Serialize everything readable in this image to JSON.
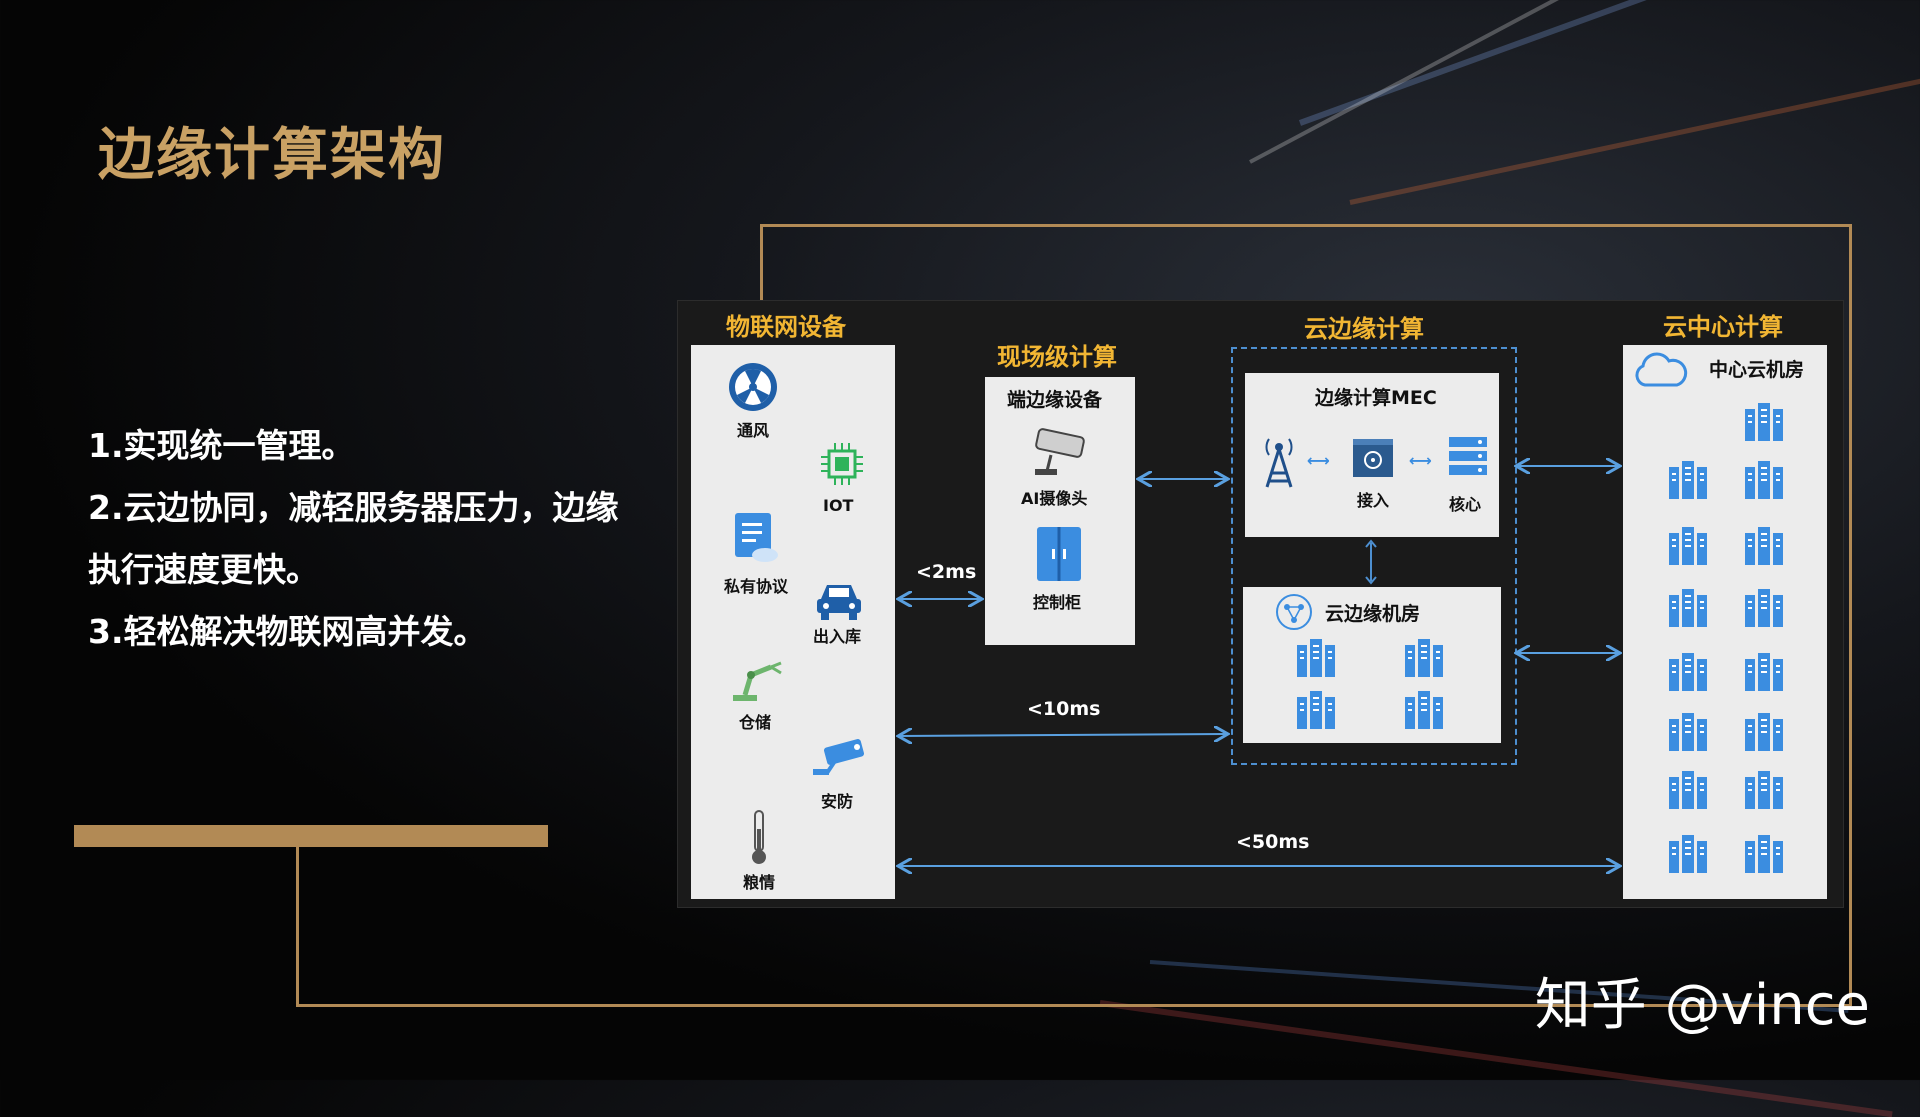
{
  "title": "边缘计算架构",
  "points": [
    "1.实现统一管理。",
    "2.云边协同，减轻服务器压力，边缘",
    "执行速度更快。",
    "3.轻松解决物联网高并发。"
  ],
  "columns": {
    "iot": "物联网设备",
    "field": "现场级计算",
    "cloud_edge": "云边缘计算",
    "cloud_center": "云中心计算"
  },
  "iot_devices": {
    "ventilation": "通风",
    "iot": "IOT",
    "private_protocol": "私有协议",
    "garage": "出入库",
    "storage": "仓储",
    "security": "安防",
    "grain": "粮情"
  },
  "field": {
    "box_title": "端边缘设备",
    "camera": "AI摄像头",
    "cabinet": "控制柜"
  },
  "mec": {
    "box_title": "边缘计算MEC",
    "access": "接入",
    "core": "核心"
  },
  "edge_room": {
    "box_title": "云边缘机房"
  },
  "center": {
    "box_title": "中心云机房"
  },
  "latency": {
    "l2": "<2ms",
    "l10": "<10ms",
    "l50": "<50ms"
  },
  "watermark": "知乎 @vince",
  "colors": {
    "accent": "#c9a164",
    "header": "#f2b633",
    "icon": "#3b8de0"
  }
}
